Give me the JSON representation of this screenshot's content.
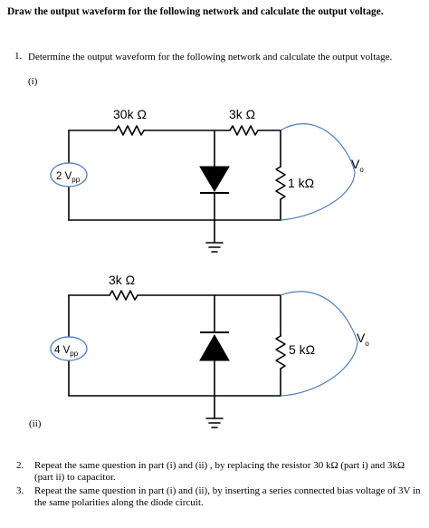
{
  "page": {
    "heading": "Draw the output waveform for the following network and calculate the output voltage."
  },
  "question1": {
    "number": "1.",
    "text": "Determine the output waveform for the following network and calculate the output voltage.",
    "part_i_label": "(i)",
    "part_ii_label": "(ii)"
  },
  "circuit1": {
    "source_label": "2 V",
    "source_subscript": "pp",
    "resistor_series_1": "30k Ω",
    "resistor_series_2": "3k Ω",
    "resistor_load": "1 kΩ",
    "output_label": "V",
    "output_subscript": "o"
  },
  "circuit2": {
    "source_label": "4 V",
    "source_subscript": "pp",
    "resistor_series": "3k Ω",
    "resistor_load": "5 kΩ",
    "output_label": "V",
    "output_subscript": "o"
  },
  "list": [
    {
      "number": "2.",
      "text": "Repeat the same question in part (i) and (ii) , by replacing the resistor 30 kΩ   (part i) and 3kΩ (part ii) to capacitor."
    },
    {
      "number": "3.",
      "text": "Repeat the same question in part (i) and (ii), by inserting a series connected bias voltage of 3V in the same polarities along the diode circuit."
    }
  ]
}
